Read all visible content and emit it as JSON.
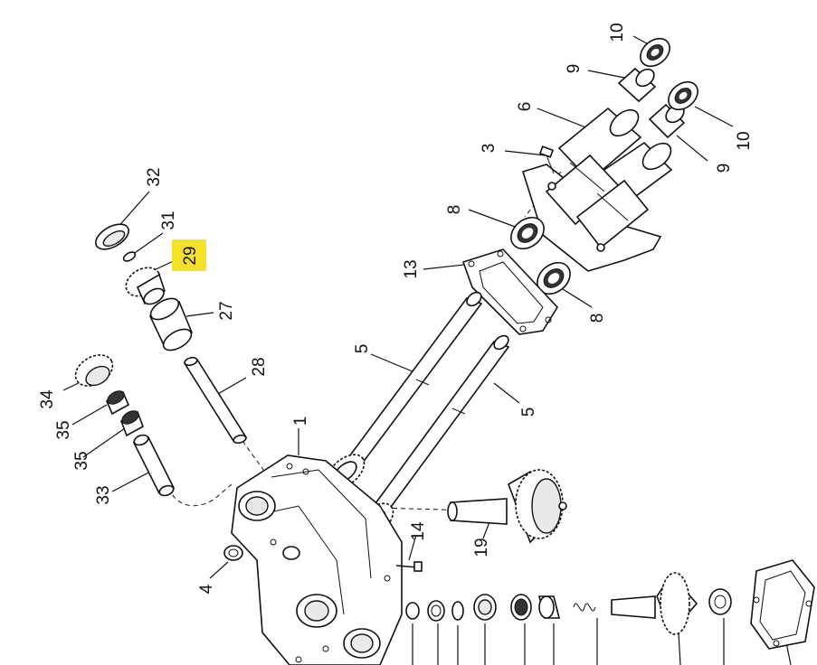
{
  "highlight_color": "#f5e02a",
  "highlighted_callout": "29",
  "callouts": [
    {
      "id": "c10a",
      "text": "10"
    },
    {
      "id": "c9a",
      "text": "9"
    },
    {
      "id": "c6",
      "text": "6"
    },
    {
      "id": "c10b",
      "text": "10"
    },
    {
      "id": "c3",
      "text": "3"
    },
    {
      "id": "c9b",
      "text": "9"
    },
    {
      "id": "c32",
      "text": "32"
    },
    {
      "id": "c31",
      "text": "31"
    },
    {
      "id": "c29",
      "text": "29"
    },
    {
      "id": "c8a",
      "text": "8"
    },
    {
      "id": "c13",
      "text": "13"
    },
    {
      "id": "c8b",
      "text": "8"
    },
    {
      "id": "c27",
      "text": "27"
    },
    {
      "id": "c5a",
      "text": "5"
    },
    {
      "id": "c28",
      "text": "28"
    },
    {
      "id": "c34",
      "text": "34"
    },
    {
      "id": "c35a",
      "text": "35"
    },
    {
      "id": "c5b",
      "text": "5"
    },
    {
      "id": "c1",
      "text": "1"
    },
    {
      "id": "c35b",
      "text": "35"
    },
    {
      "id": "c33",
      "text": "33"
    },
    {
      "id": "c14",
      "text": "14"
    },
    {
      "id": "c19",
      "text": "19"
    },
    {
      "id": "c4",
      "text": "4"
    }
  ]
}
